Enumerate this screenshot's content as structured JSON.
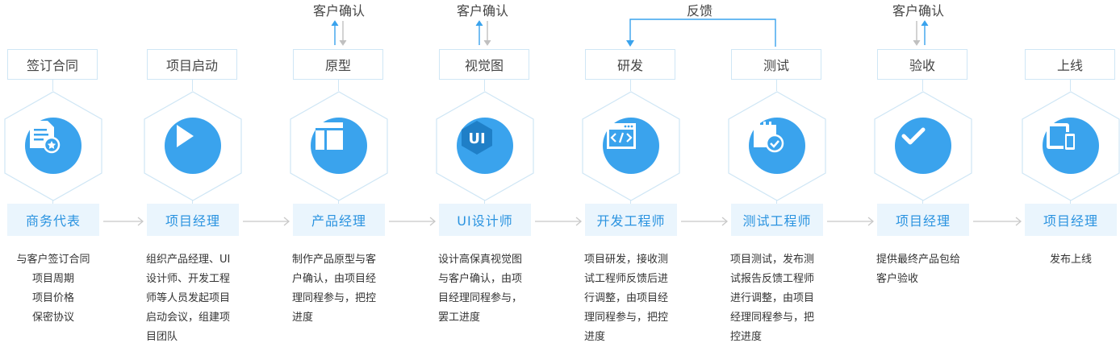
{
  "stages": [
    {
      "stage": "签订合同",
      "icon": "document-star-icon",
      "role": "商务代表",
      "desc": [
        "与客户签订合同",
        "项目周期",
        "项目价格",
        "保密协议"
      ],
      "align": "center"
    },
    {
      "stage": "项目启动",
      "icon": "play-icon",
      "role": "项目经理",
      "desc": [
        "组织产品经理、UI",
        "设计师、开发工程",
        "师等人员发起项目",
        "启动会议，组建项",
        "目团队"
      ],
      "align": "left"
    },
    {
      "stage": "原型",
      "icon": "layout-icon",
      "role": "产品经理",
      "desc": [
        "制作产品原型与客",
        "户确认，由项目经",
        "理同程参与，把控",
        "进度"
      ],
      "align": "left"
    },
    {
      "stage": "视觉图",
      "icon": "ui-icon",
      "role": "UI设计师",
      "desc": [
        "设计高保真视觉图",
        "与客户确认，由项",
        "目经理同程参与，",
        "罢工进度"
      ],
      "align": "left"
    },
    {
      "stage": "研发",
      "icon": "code-window-icon",
      "role": "开发工程师",
      "desc": [
        "项目研发，接收测",
        "试工程师反馈后进",
        "行调整，由项目经",
        "理同程参与，把控",
        "进度"
      ],
      "align": "left"
    },
    {
      "stage": "测试",
      "icon": "calendar-check-icon",
      "role": "测试工程师",
      "desc": [
        "项目测试，发布测",
        "试报告反馈工程师",
        "进行调整，由项目",
        "经理同程参与，把",
        "控进度"
      ],
      "align": "left"
    },
    {
      "stage": "验收",
      "icon": "check-circle-icon",
      "role": "项目经理",
      "desc": [
        "提供最终产品包给",
        "客户验收"
      ],
      "align": "left"
    },
    {
      "stage": "上线",
      "icon": "devices-icon",
      "role": "项目经理",
      "desc": [
        "发布上线"
      ],
      "align": "center"
    }
  ],
  "top_labels": {
    "prototype_confirm": "客户确认",
    "visual_confirm": "客户确认",
    "feedback": "反馈",
    "acceptance_confirm": "客户确认"
  },
  "colors": {
    "accent": "#3aa3ed",
    "role_text": "#2a93e0",
    "role_bg": "#eaf5fd",
    "border": "#cfe6f5",
    "gray_arrow": "#c8c8c8"
  }
}
